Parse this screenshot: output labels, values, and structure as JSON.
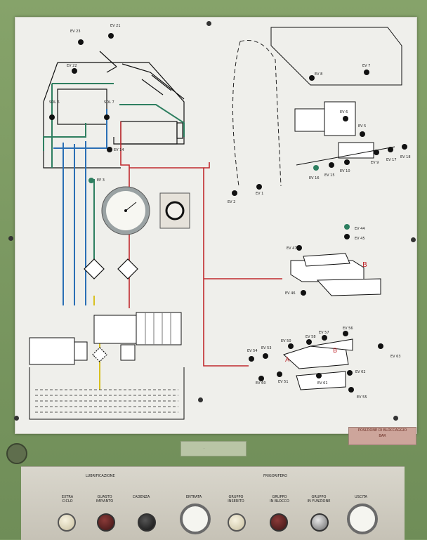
{
  "valves": {
    "ev23": "EV 23",
    "ev21": "EV 21",
    "ev22": "EV 22",
    "sol6": "SOL\n6",
    "sol7": "SOL\n7",
    "ev14": "EV 14",
    "ep3": "EP 3",
    "ev8": "EV 8",
    "ev7": "EV 7",
    "ev6": "EV 6",
    "ev5": "EV 5",
    "ev1": "EV 1",
    "ev2": "EV 2",
    "ev16": "EV 16",
    "ev15": "EV 15",
    "ev10": "EV 10",
    "ev9": "EV 9",
    "ev17": "EV 17",
    "ev18": "EV 18",
    "ev44": "EV 44",
    "ev45": "EV 45",
    "ev47": "EV 47",
    "ev46": "EV 46",
    "ev58": "EV 58",
    "ev57": "EV 57",
    "ev56": "EV 56",
    "ev53": "EV 53",
    "ev54": "EV 54",
    "ev55": "EV 55",
    "ev50": "EV 50",
    "ev60": "EV 60",
    "ev61": "EV 61",
    "ev62": "EV 62",
    "ev63": "EV 63",
    "ev51": "EV 51"
  },
  "labels": {
    "a": "A",
    "b": "B",
    "b2": "B"
  },
  "position_plate": {
    "line1": "POSIZIONE DI BLOCCAGGIO",
    "line2": "BAR"
  },
  "bottom_panel": {
    "group_lubrication": "LUBRIFICAZIONE",
    "group_fluid": "FRIGORIFERO",
    "extra": "EXTRA\nCICLO",
    "guasto": "GUASTO\nIMPIANTO",
    "cadenza": "CADENZA",
    "entrata": "ENTRATA",
    "gruppo_inserito": "GRUPPO\nINSERITO",
    "gruppo_bloccato": "GRUPPO\nIN BLOCCO",
    "gruppo_funzione": "GRUPPO\nIN FUNZIONE",
    "uscita": "USCITA"
  },
  "colors": {
    "red_line": "#c0282d",
    "blue_line": "#2a6fb5",
    "green_line": "#2e7f60",
    "yellow_line": "#d8c020",
    "panel_bg": "#efefeb",
    "cabinet": "#7c9a64"
  }
}
